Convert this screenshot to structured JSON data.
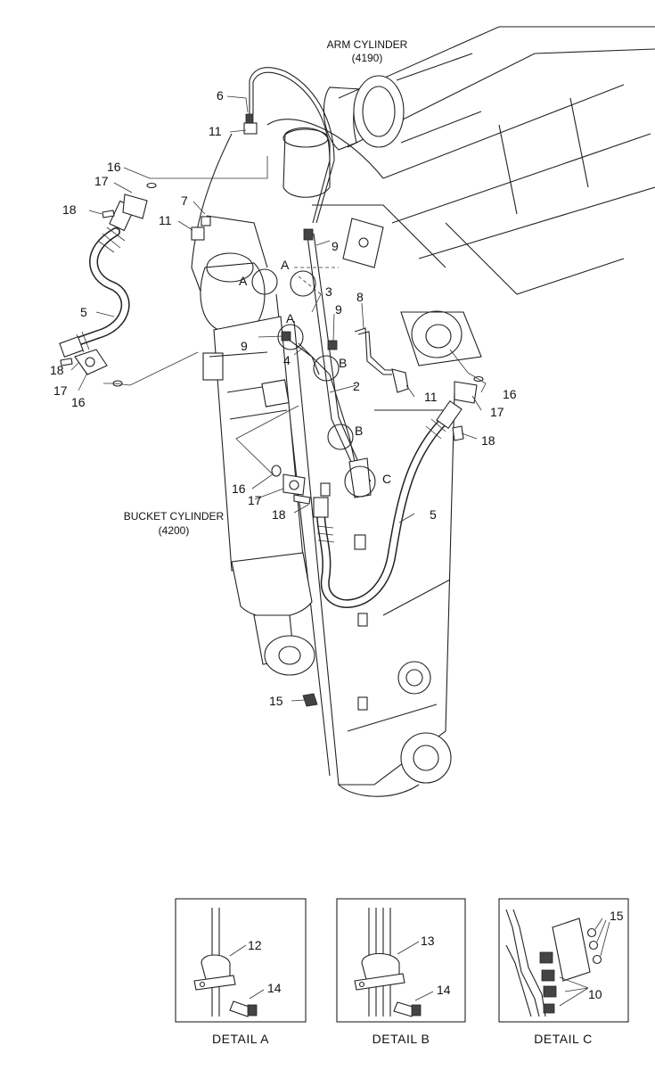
{
  "titles": {
    "arm_cylinder_line1": "ARM CYLINDER",
    "arm_cylinder_line2": "(4190)",
    "bucket_cylinder_line1": "BUCKET CYLINDER",
    "bucket_cylinder_line2": "(4200)"
  },
  "callouts": {
    "c6": "6",
    "c11a": "11",
    "c16a": "16",
    "c17a": "17",
    "c18a": "18",
    "c7": "7",
    "c11b": "11",
    "c9a": "9",
    "c5a": "5",
    "c3": "3",
    "c8": "8",
    "c9b": "9",
    "c9c": "9",
    "c4": "4",
    "c18b": "18",
    "c17b": "17",
    "c16b": "16",
    "c2": "2",
    "c11c": "11",
    "c16c": "16",
    "c17c": "17",
    "c18c": "18",
    "c16d": "16",
    "c17d": "17",
    "c18d": "18",
    "c5b": "5",
    "c15": "15"
  },
  "markers": {
    "a1": "A",
    "a2": "A",
    "a3": "A",
    "b1": "B",
    "b2": "B",
    "c1": "C"
  },
  "details": {
    "a": {
      "caption": "DETAIL  A",
      "p1": "12",
      "p2": "14"
    },
    "b": {
      "caption": "DETAIL  B",
      "p1": "13",
      "p2": "14"
    },
    "c": {
      "caption": "DETAIL  C",
      "p1": "15",
      "p2": "10"
    }
  }
}
